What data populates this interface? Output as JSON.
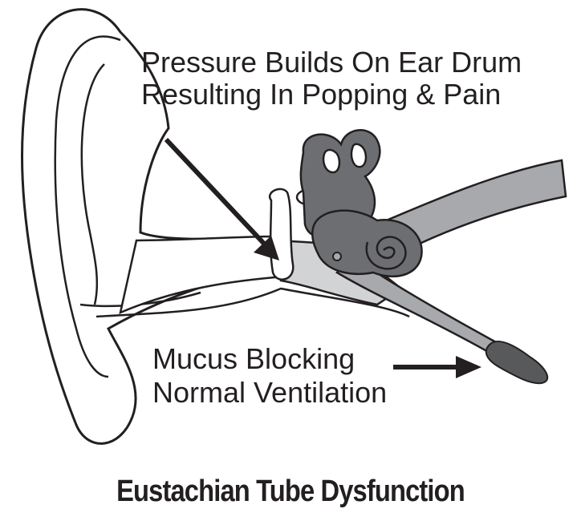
{
  "annotations": {
    "pressure_line1": "Pressure Builds On Ear Drum",
    "pressure_line2": "Resulting In Popping & Pain",
    "mucus_line1": "Mucus Blocking",
    "mucus_line2": "Normal Ventilation"
  },
  "title": "Eustachian Tube Dysfunction",
  "colors": {
    "outline": "#231f20",
    "inner_ear": "#6d6e71",
    "eustachian_tube": "#a7a9ac",
    "canal": "#d1d3d4",
    "mucus": "#58595b"
  }
}
